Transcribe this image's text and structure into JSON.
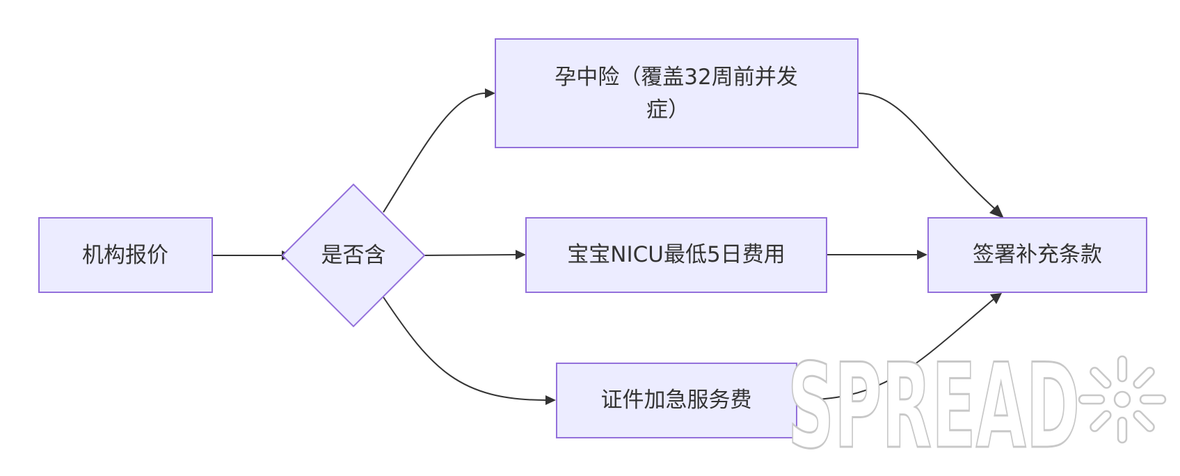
{
  "nodes": {
    "quote": {
      "label": "机构报价"
    },
    "decision": {
      "label": "是否含"
    },
    "maternity": {
      "line1": "孕中险（覆盖32周前并发",
      "line2": "症）"
    },
    "nicu": {
      "label": "宝宝NICU最低5日费用"
    },
    "docs": {
      "label": "证件加急服务费"
    },
    "sign": {
      "label": "签署补充条款"
    }
  },
  "edges": [
    {
      "from": "quote",
      "to": "decision"
    },
    {
      "from": "decision",
      "to": "maternity"
    },
    {
      "from": "decision",
      "to": "nicu"
    },
    {
      "from": "decision",
      "to": "docs"
    },
    {
      "from": "maternity",
      "to": "sign"
    },
    {
      "from": "nicu",
      "to": "sign"
    },
    {
      "from": "docs",
      "to": "sign"
    }
  ],
  "watermark": {
    "text": "SPREAD"
  },
  "colors": {
    "node_fill": "#ECECFF",
    "node_stroke": "#9370DB",
    "text": "#333333",
    "edge": "#333333"
  }
}
